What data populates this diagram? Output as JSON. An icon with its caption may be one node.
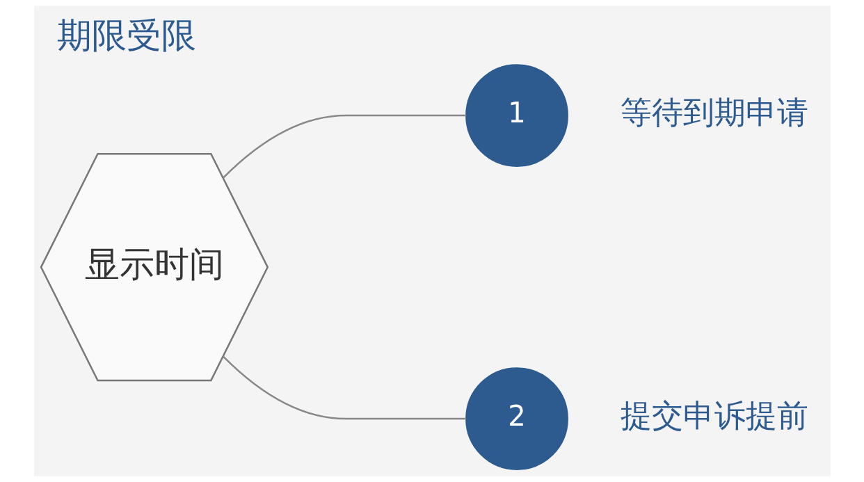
{
  "diagram": {
    "title": "期限受限",
    "nodes": [
      {
        "text": [
          "显示时间"
        ]
      },
      {
        "text": [
          "1"
        ],
        "beside": [
          "等待到期申请"
        ]
      },
      {
        "text": [
          "2"
        ],
        "beside": [
          "提交申诉提前"
        ]
      }
    ],
    "edges": [
      {
        "from": 0,
        "to": 1,
        "arrow": "none"
      },
      {
        "from": 0,
        "to": 2,
        "arrow": "none"
      }
    ]
  }
}
